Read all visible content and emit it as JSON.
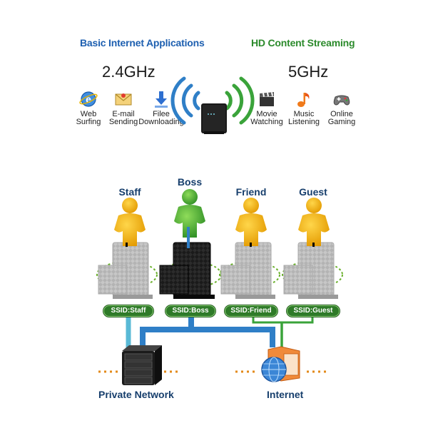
{
  "top": {
    "left_header": "Basic Internet Applications",
    "right_header": "HD Content Streaming",
    "band_left": "2.4GHz",
    "band_right": "5GHz",
    "apps_left": [
      {
        "line1": "Web",
        "line2": "Surfing",
        "icon": "web-globe-icon"
      },
      {
        "line1": "E-mail",
        "line2": "Sending",
        "icon": "email-envelope-icon"
      },
      {
        "line1": "Filee",
        "line2": "Downloading",
        "icon": "download-arrow-icon"
      }
    ],
    "apps_right": [
      {
        "line1": "Movie",
        "line2": "Watching",
        "icon": "clapperboard-icon"
      },
      {
        "line1": "Music",
        "line2": "Listening",
        "icon": "music-note-icon"
      },
      {
        "line1": "Online",
        "line2": "Gaming",
        "icon": "gamepad-icon"
      }
    ]
  },
  "network": {
    "roles": [
      "Staff",
      "Boss",
      "Friend",
      "Guest"
    ],
    "ssids": [
      "SSID:Staff",
      "SSID:Boss",
      "SSID:Friend",
      "SSID:Guest"
    ],
    "private_network_label": "Private Network",
    "internet_label": "Internet"
  },
  "colors": {
    "blue_link": "#2f7fc7",
    "green_link": "#3aa33a",
    "cyan_link": "#59b9d6",
    "person_yellow": "#f5b400",
    "person_green": "#4bb33a",
    "ssid_green": "#2e7a28"
  }
}
